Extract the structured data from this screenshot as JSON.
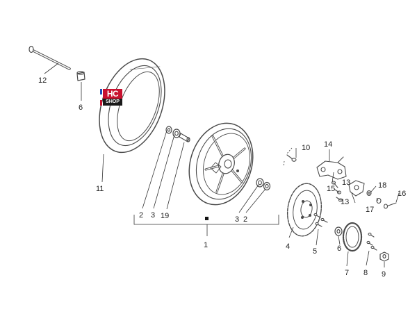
{
  "logo": {
    "top_text": "HC",
    "bottom_text": "SHOP",
    "color_red": "#c8102e",
    "color_dark": "#1a1a1a"
  },
  "callouts": {
    "c1": "1",
    "c2a": "2",
    "c2b": "2",
    "c3a": "3",
    "c3b": "3",
    "c4": "4",
    "c5": "5",
    "c6a": "6",
    "c6b": "6",
    "c7": "7",
    "c8": "8",
    "c9": "9",
    "c10": "10",
    "c11": "11",
    "c12": "12",
    "c13a": "13",
    "c13b": "13",
    "c14": "14",
    "c15": "15",
    "c16": "16",
    "c17": "17",
    "c18": "18",
    "c19": "19"
  },
  "colors": {
    "line": "#333333",
    "part_stroke": "#4a4a4a",
    "background": "#ffffff"
  }
}
